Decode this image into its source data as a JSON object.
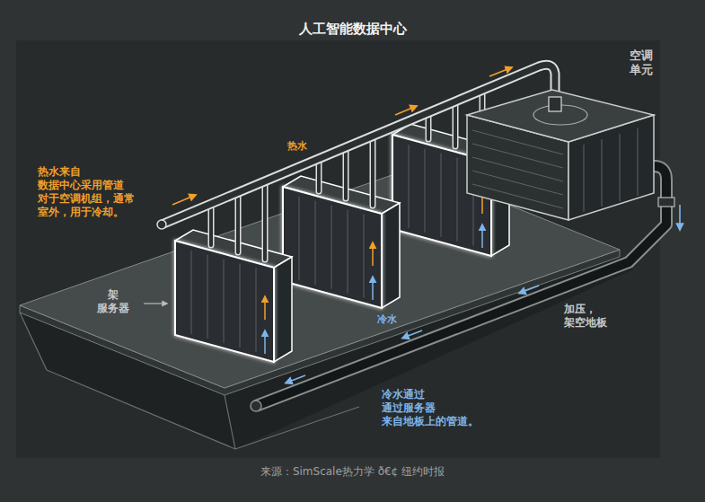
{
  "diagram": {
    "title": "人工智能数据中心",
    "caption": "来源：SimScale热力学 ð€¢ 纽约时报",
    "labels": [
      "热水来自 数据中心采用管道 对于空调机组，通常 室外，用于冷却。",
      "热水",
      "空调 单元",
      "架 服务器",
      "冷水",
      "加压， 架空地板",
      "冷水通过 通过服务器 来自地板上的管道。"
    ]
  }
}
